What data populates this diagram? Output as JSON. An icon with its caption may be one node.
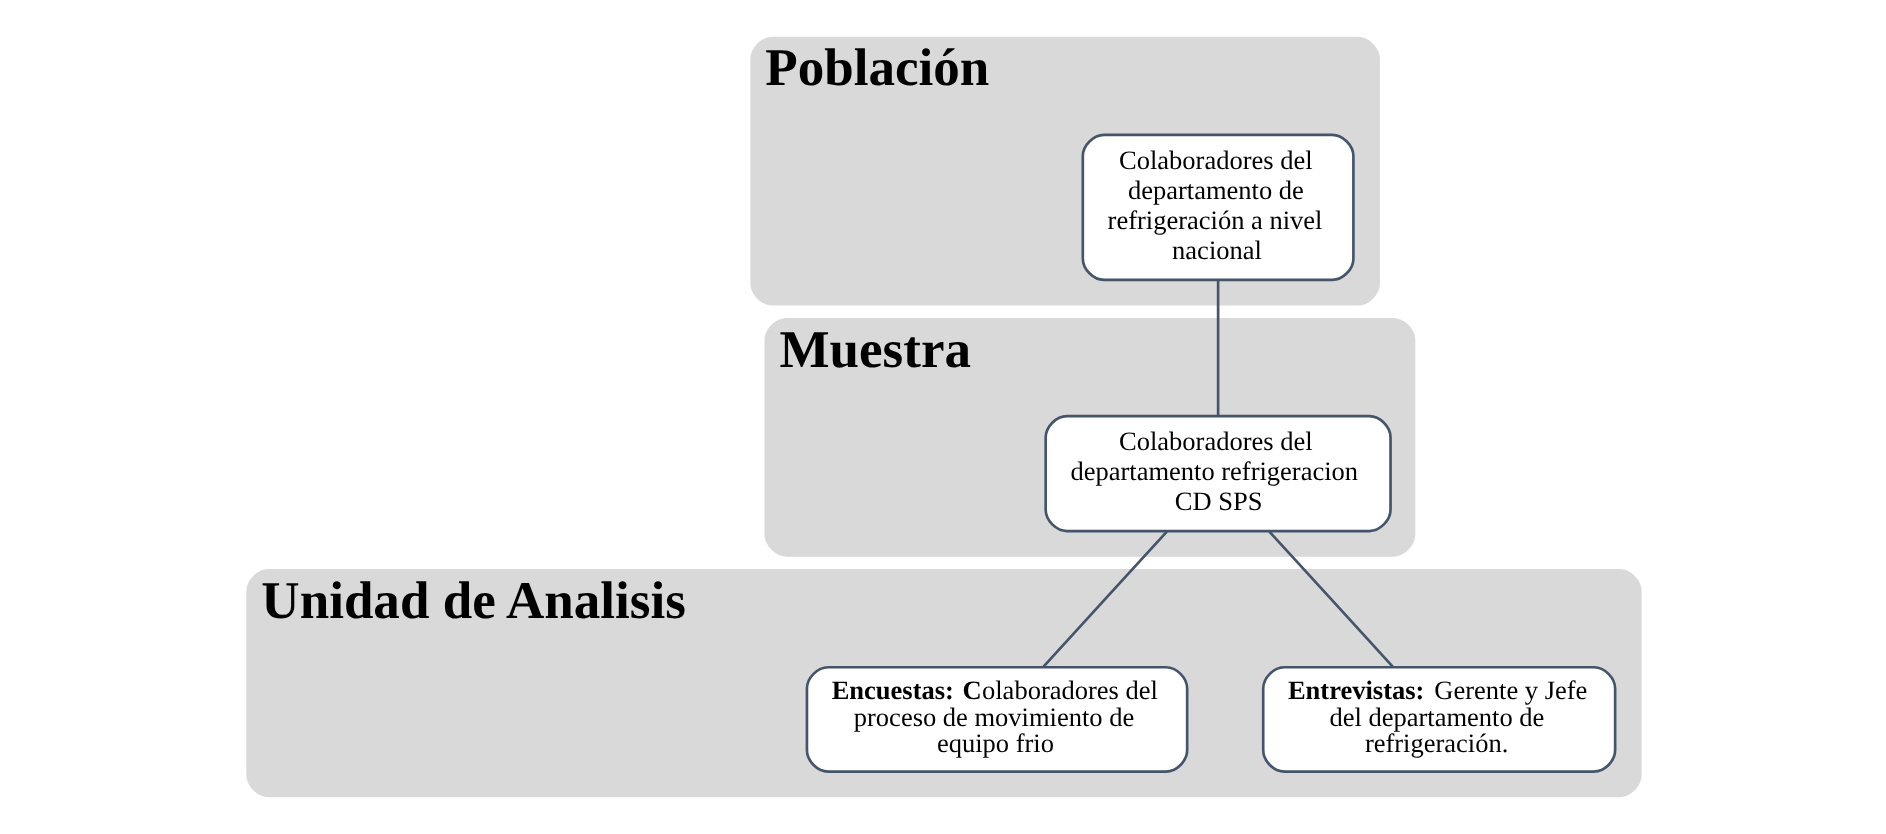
{
  "diagram": {
    "nodes": [
      {
        "text": [
          "Población"
        ]
      },
      {
        "text": [
          "Colaboradores del departamento de refrigeración a nivel nacional"
        ],
        "in": 0
      },
      {
        "text": [
          "Muestra"
        ]
      },
      {
        "text": [
          "Colaboradores del departamento refrigeracion CD SPS"
        ],
        "in": 2
      },
      {
        "text": [
          "Unidad de Analisis"
        ]
      },
      {
        "text": [
          "**Encuestas: C**olaboradores del proceso de movimiento de equipo frio"
        ],
        "in": 4
      },
      {
        "text": [
          "**Entrevistas:** Gerente y Jefe del departamento de refrigeración."
        ],
        "in": 4
      }
    ],
    "edges": [
      {
        "from": 1,
        "to": 3,
        "arrow": "none"
      },
      {
        "from": 3,
        "to": 5,
        "arrow": "none"
      },
      {
        "from": 3,
        "to": 6,
        "arrow": "none"
      }
    ]
  }
}
